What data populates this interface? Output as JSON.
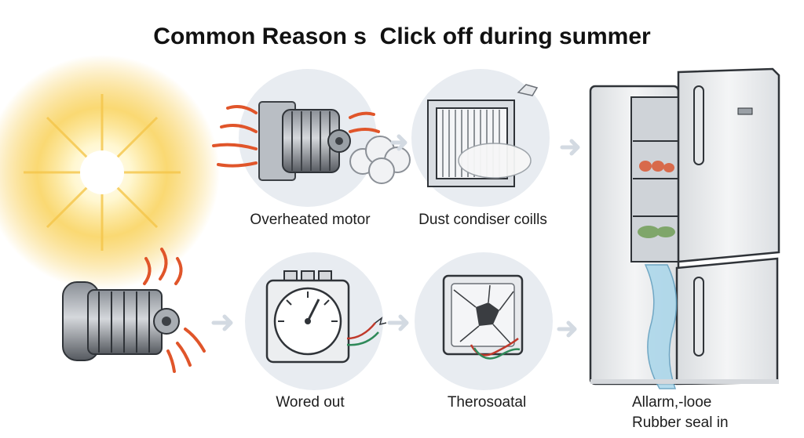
{
  "title": "Common Reason s  Click off during summer",
  "captions": {
    "motor": "Overheated motor",
    "dust": "Dust condiser coills",
    "worn": "Wored out",
    "thermostat": "Therosoatal",
    "seal_line1": "Allarm,-looe",
    "seal_line2": "Rubber seal in"
  },
  "icons": [
    "sun-icon",
    "motor-icon",
    "coil-icon",
    "thermostat-dial-icon",
    "cracked-thermostat-icon",
    "fridge-icon",
    "arrow-icon"
  ],
  "colors": {
    "circle_bg": "#e8ecf1",
    "heat": "#e0552a",
    "sun": "#f6c12b",
    "arrow": "#d3dae2",
    "fridge": "#eef0f2",
    "leak": "#a9d6ea"
  }
}
